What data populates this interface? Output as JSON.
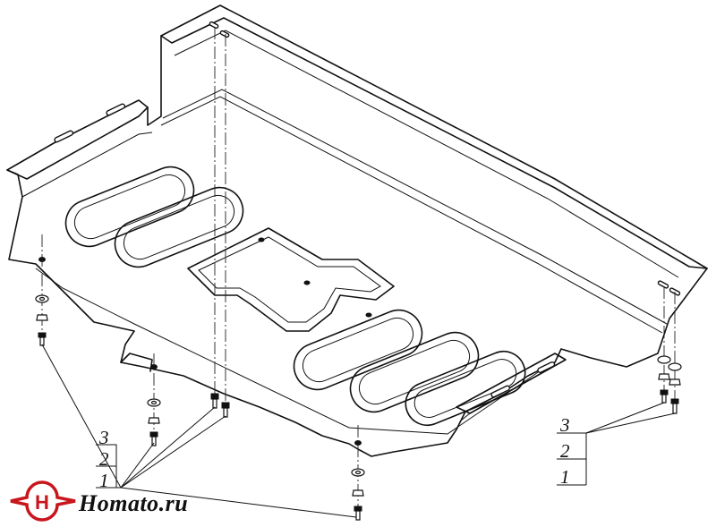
{
  "callouts": {
    "left": [
      "3",
      "2",
      "1"
    ],
    "right": [
      "3",
      "2",
      "1"
    ]
  },
  "logo": {
    "text": "Homato.ru",
    "colors": {
      "ring": "#c8161d",
      "letter": "#c8161d",
      "text": "#111111"
    }
  },
  "icons": {
    "logo_mark": "h-letter-ring-icon",
    "fastener_washer": "washer-icon",
    "fastener_nut": "nut-icon",
    "fastener_bolt": "bolt-icon"
  }
}
